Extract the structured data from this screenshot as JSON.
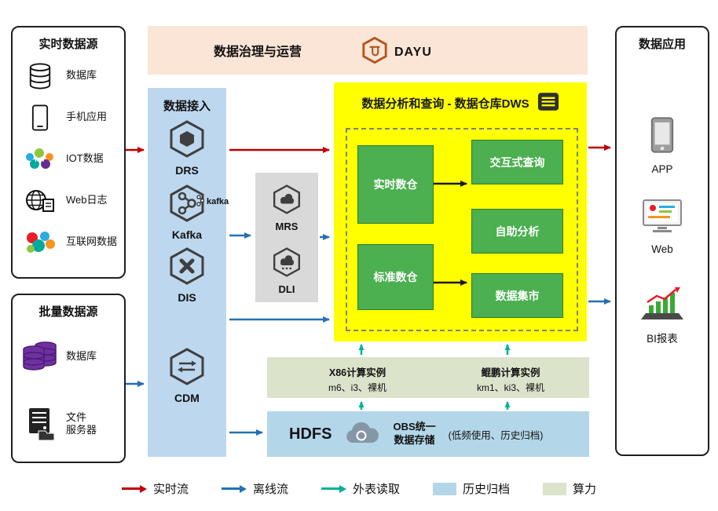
{
  "colors": {
    "realtime_flow": "#c00000",
    "offline_flow": "#2470b3",
    "external_read": "#00b099",
    "archive_fill": "#b3d7e8",
    "compute_fill": "#dce3cb",
    "governance_bg": "#fbe5d6",
    "ingestion_bg": "#bdd7ee",
    "midware_bg": "#d9d9d9",
    "dws_bg": "#ffff00",
    "dws_node": "#4caf50"
  },
  "realtime_sources": {
    "title": "实时数据源",
    "items": [
      {
        "label": "数据库",
        "icon": "database-icon"
      },
      {
        "label": "手机应用",
        "icon": "mobile-icon"
      },
      {
        "label": "IOT数据",
        "icon": "iot-icon"
      },
      {
        "label": "Web日志",
        "icon": "web-log-icon"
      },
      {
        "label": "互联网数据",
        "icon": "internet-data-icon"
      }
    ]
  },
  "batch_sources": {
    "title": "批量数据源",
    "items": [
      {
        "label": "数据库",
        "icon": "purple-database-icon"
      },
      {
        "label": "文件\n服务器",
        "icon": "file-server-icon"
      }
    ]
  },
  "governance": {
    "title": "数据治理与运营",
    "product": "DAYU"
  },
  "ingestion": {
    "title": "数据接入",
    "items": [
      {
        "label": "DRS"
      },
      {
        "label": "Kafka",
        "sublogo": "kafka"
      },
      {
        "label": "DIS"
      },
      {
        "label": "CDM"
      }
    ]
  },
  "midware": {
    "items": [
      {
        "label": "MRS"
      },
      {
        "label": "DLI"
      }
    ]
  },
  "dws": {
    "title": "数据分析和查询 - 数据仓库DWS",
    "warehouses": [
      "实时数仓",
      "标准数仓"
    ],
    "services": [
      "交互式查询",
      "自助分析",
      "数据集市"
    ]
  },
  "compute": {
    "groups": [
      {
        "title": "X86计算实例",
        "subtitle": "m6、i3、裸机"
      },
      {
        "title": "鲲鹏计算实例",
        "subtitle": "km1、ki3、裸机"
      }
    ]
  },
  "storage": {
    "hdfs": "HDFS",
    "obs": "OBS统一\n数据存储",
    "note": "(低频使用、历史归档)"
  },
  "applications": {
    "title": "数据应用",
    "items": [
      {
        "label": "APP",
        "icon": "app-icon"
      },
      {
        "label": "Web",
        "icon": "web-icon"
      },
      {
        "label": "BI报表",
        "icon": "bi-report-icon"
      }
    ]
  },
  "legend": {
    "items": [
      {
        "label": "实时流",
        "type": "arrow",
        "color": "#c00000"
      },
      {
        "label": "离线流",
        "type": "arrow",
        "color": "#2470b3"
      },
      {
        "label": "外表读取",
        "type": "arrow",
        "color": "#00b099"
      },
      {
        "label": "历史归档",
        "type": "swatch",
        "color": "#b3d7e8"
      },
      {
        "label": "算力",
        "type": "swatch",
        "color": "#dce3cb"
      }
    ]
  }
}
